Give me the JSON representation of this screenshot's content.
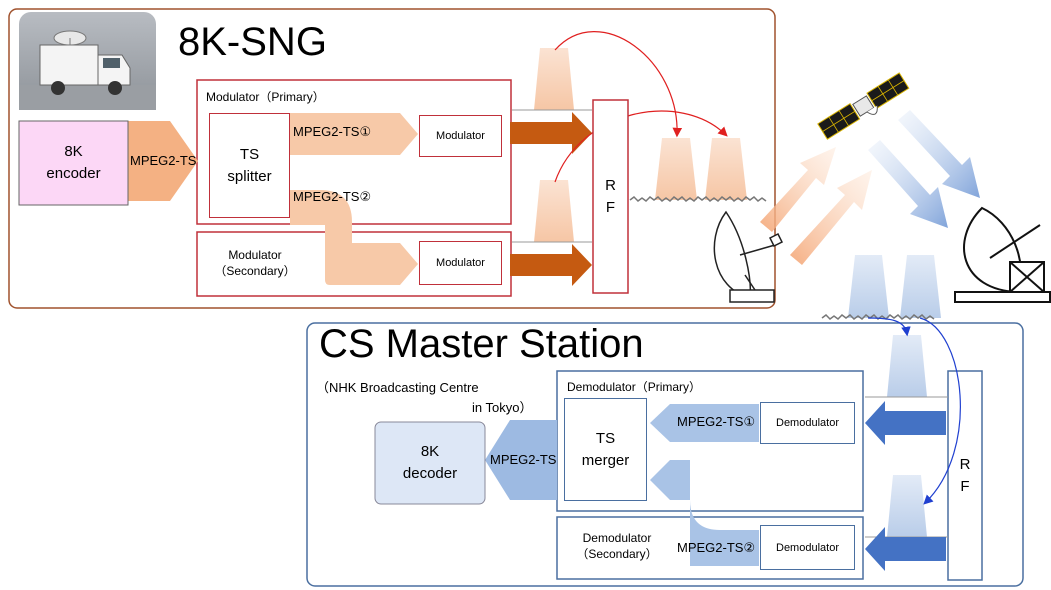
{
  "sng": {
    "title": "8K-SNG",
    "encoder": "8K\nencoder",
    "encoder_output": "MPEG2-TS",
    "modulator_primary_title": "Modulator（Primary）",
    "splitter": "TS\nsplitter",
    "stream1": "MPEG2-TS①",
    "stream2": "MPEG2-TS②",
    "modulator1": "Modulator",
    "modulator_secondary_title": "Modulator\n（Secondary）",
    "modulator2": "Modulator",
    "rf": "R\nF"
  },
  "master": {
    "title": "CS Master Station",
    "location_line1": "（NHK Broadcasting Centre",
    "location_line2": "in Tokyo）",
    "demodulator_primary_title": "Demodulator（Primary）",
    "merger": "TS\nmerger",
    "stream1": "MPEG2-TS①",
    "demodulator1": "Demodulator",
    "demodulator_secondary_title": "Demodulator\n（Secondary）",
    "stream2": "MPEG2-TS②",
    "demodulator2": "Demodulator",
    "decoder_input": "MPEG2-TS",
    "decoder": "8K\ndecoder",
    "rf": "R\nF"
  },
  "colors": {
    "sng_border": "#a0522d",
    "sng_box": "#c0303a",
    "orange_light": "#f7c9a8",
    "orange_dark": "#c55a11",
    "encoder_fill": "#fcd7f6",
    "master_border": "#4a6fa0",
    "blue_light": "#a9c3e6",
    "blue_dark": "#4472c4",
    "decoder_fill": "#dde7f6"
  }
}
